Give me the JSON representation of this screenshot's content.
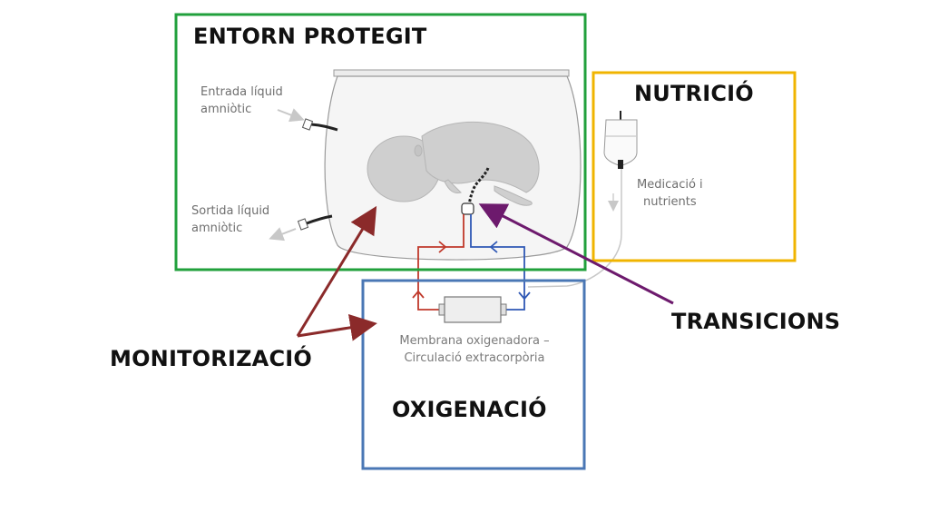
{
  "boxes": {
    "protected_environment": {
      "title": "ENTORN PROTEGIT",
      "color": "#21a03c"
    },
    "nutrition": {
      "title": "NUTRICIÓ",
      "color": "#f0b400"
    },
    "oxygenation": {
      "title": "OXIGENACIÓ",
      "color": "#4a77b5"
    }
  },
  "labels": {
    "inlet_line1": "Entrada líquid",
    "inlet_line2": "amniòtic",
    "outlet_line1": "Sortida líquid",
    "outlet_line2": "amniòtic",
    "medication_line1": "Medicació i",
    "medication_line2": "nutrients",
    "membrane_line1": "Membrana oxigenadora –",
    "membrane_line2": "Circulació extracorpòria"
  },
  "callouts": {
    "monitoring": {
      "text": "MONITORIZACIÓ",
      "color": "#8b2a2a"
    },
    "transitions": {
      "text": "TRANSICIONS",
      "color": "#6d1a6d"
    }
  },
  "colors": {
    "arterial_line": "#c0392b",
    "venous_line": "#2f58b5",
    "outline": "#9a9a9a",
    "fetus_fill": "#cfcfcf"
  }
}
